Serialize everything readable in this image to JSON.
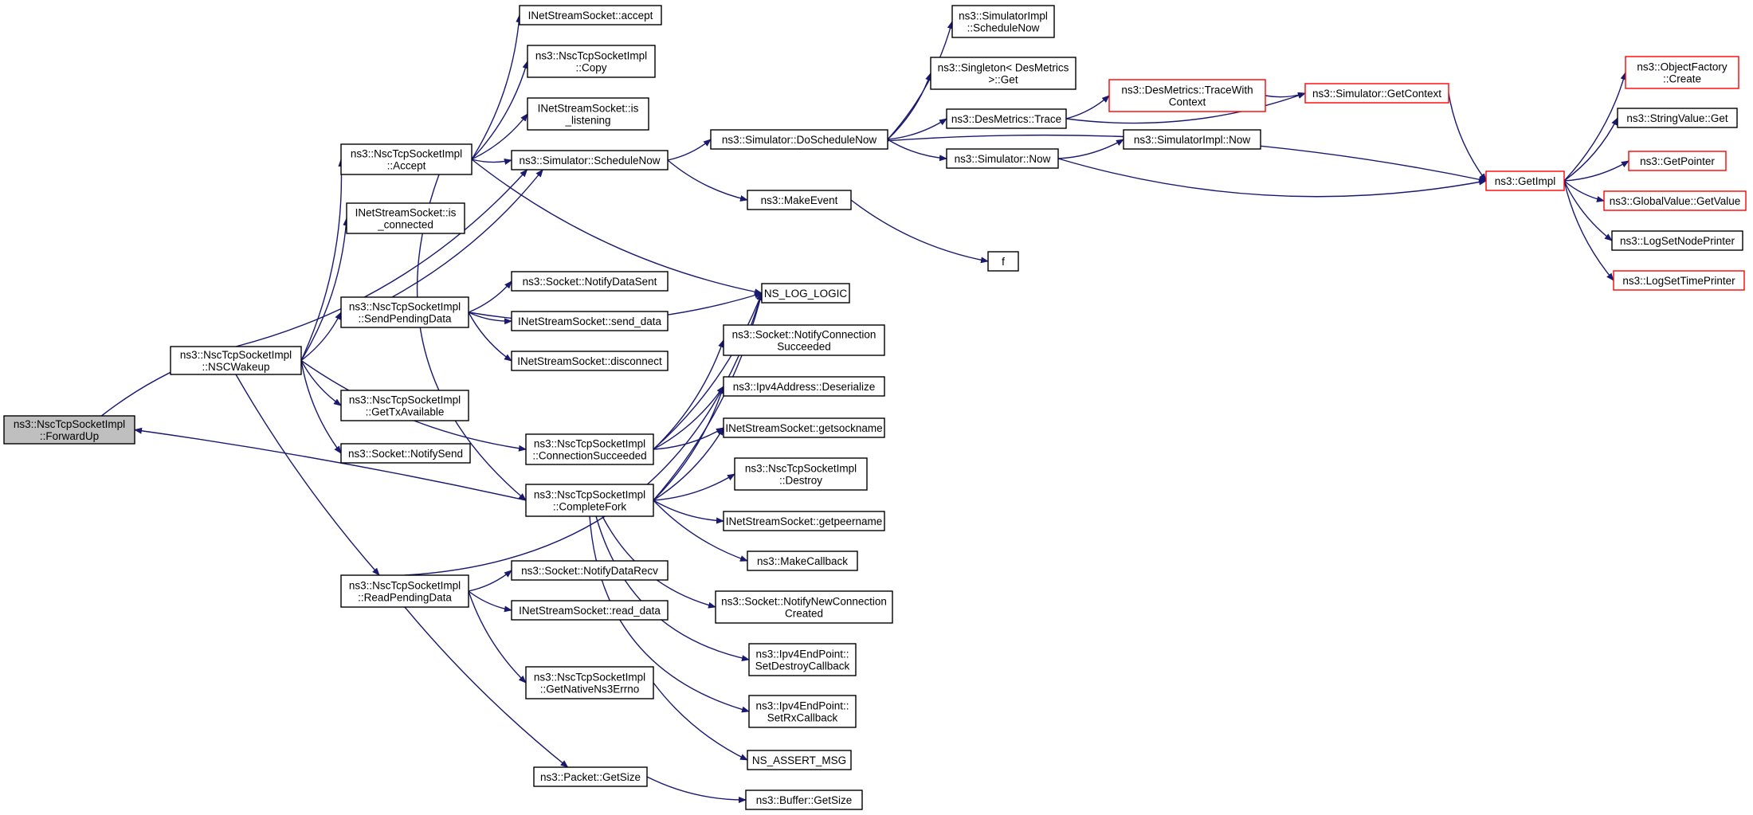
{
  "colors": {
    "edge": "#191970",
    "normal_border": "#000000",
    "truncated_border": "#ff0000",
    "root_fill": "#bfbfbf",
    "node_fill": "#ffffff"
  },
  "nodes": [
    {
      "id": "forwardup",
      "lines": [
        "ns3::NscTcpSocketImpl",
        "::ForwardUp"
      ],
      "style": "root"
    },
    {
      "id": "nscwakeup",
      "lines": [
        "ns3::NscTcpSocketImpl",
        "::NSCWakeup"
      ],
      "style": "normal"
    },
    {
      "id": "accept",
      "lines": [
        "ns3::NscTcpSocketImpl",
        "::Accept"
      ],
      "style": "normal"
    },
    {
      "id": "isconnected",
      "lines": [
        "INetStreamSocket::is",
        "_connected"
      ],
      "style": "normal"
    },
    {
      "id": "sendpending",
      "lines": [
        "ns3::NscTcpSocketImpl",
        "::SendPendingData"
      ],
      "style": "normal"
    },
    {
      "id": "gettx",
      "lines": [
        "ns3::NscTcpSocketImpl",
        "::GetTxAvailable"
      ],
      "style": "normal"
    },
    {
      "id": "notifysend",
      "lines": [
        "ns3::Socket::NotifySend"
      ],
      "style": "normal"
    },
    {
      "id": "readpending",
      "lines": [
        "ns3::NscTcpSocketImpl",
        "::ReadPendingData"
      ],
      "style": "normal"
    },
    {
      "id": "inetaccept",
      "lines": [
        "INetStreamSocket::accept"
      ],
      "style": "normal"
    },
    {
      "id": "copy",
      "lines": [
        "ns3::NscTcpSocketImpl",
        "::Copy"
      ],
      "style": "normal"
    },
    {
      "id": "islistening",
      "lines": [
        "INetStreamSocket::is",
        "_listening"
      ],
      "style": "normal"
    },
    {
      "id": "schedulenow",
      "lines": [
        "ns3::Simulator::ScheduleNow"
      ],
      "style": "normal"
    },
    {
      "id": "notifydatasent",
      "lines": [
        "ns3::Socket::NotifyDataSent"
      ],
      "style": "normal"
    },
    {
      "id": "senddata",
      "lines": [
        "INetStreamSocket::send_data"
      ],
      "style": "normal"
    },
    {
      "id": "disconnect",
      "lines": [
        "INetStreamSocket::disconnect"
      ],
      "style": "normal"
    },
    {
      "id": "connsucc",
      "lines": [
        "ns3::NscTcpSocketImpl",
        "::ConnectionSucceeded"
      ],
      "style": "normal"
    },
    {
      "id": "completefork",
      "lines": [
        "ns3::NscTcpSocketImpl",
        "::CompleteFork"
      ],
      "style": "normal"
    },
    {
      "id": "notifydatarecv",
      "lines": [
        "ns3::Socket::NotifyDataRecv"
      ],
      "style": "normal"
    },
    {
      "id": "readdata",
      "lines": [
        "INetStreamSocket::read_data"
      ],
      "style": "normal"
    },
    {
      "id": "getnativeerrno",
      "lines": [
        "ns3::NscTcpSocketImpl",
        "::GetNativeNs3Errno"
      ],
      "style": "normal"
    },
    {
      "id": "packetgetsize",
      "lines": [
        "ns3::Packet::GetSize"
      ],
      "style": "normal"
    },
    {
      "id": "doschedulenow",
      "lines": [
        "ns3::Simulator::DoScheduleNow"
      ],
      "style": "normal"
    },
    {
      "id": "makeevent",
      "lines": [
        "ns3::MakeEvent"
      ],
      "style": "normal"
    },
    {
      "id": "nsloglogic",
      "lines": [
        "NS_LOG_LOGIC"
      ],
      "style": "normal"
    },
    {
      "id": "notifyconnsucc",
      "lines": [
        "ns3::Socket::NotifyConnection",
        "Succeeded"
      ],
      "style": "normal"
    },
    {
      "id": "ipv4deser",
      "lines": [
        "ns3::Ipv4Address::Deserialize"
      ],
      "style": "normal"
    },
    {
      "id": "getsockname",
      "lines": [
        "INetStreamSocket::getsockname"
      ],
      "style": "normal"
    },
    {
      "id": "destroy",
      "lines": [
        "ns3::NscTcpSocketImpl",
        "::Destroy"
      ],
      "style": "normal"
    },
    {
      "id": "getpeername",
      "lines": [
        "INetStreamSocket::getpeername"
      ],
      "style": "normal"
    },
    {
      "id": "makecallback",
      "lines": [
        "ns3::MakeCallback"
      ],
      "style": "normal"
    },
    {
      "id": "notifynewconn",
      "lines": [
        "ns3::Socket::NotifyNewConnection",
        "Created"
      ],
      "style": "normal"
    },
    {
      "id": "setdestroycb",
      "lines": [
        "ns3::Ipv4EndPoint::",
        "SetDestroyCallback"
      ],
      "style": "normal"
    },
    {
      "id": "setrxcb",
      "lines": [
        "ns3::Ipv4EndPoint::",
        "SetRxCallback"
      ],
      "style": "normal"
    },
    {
      "id": "nsassertmsg",
      "lines": [
        "NS_ASSERT_MSG"
      ],
      "style": "normal"
    },
    {
      "id": "buffergetsize",
      "lines": [
        "ns3::Buffer::GetSize"
      ],
      "style": "normal"
    },
    {
      "id": "simimplschedulenow",
      "lines": [
        "ns3::SimulatorImpl",
        "::ScheduleNow"
      ],
      "style": "normal"
    },
    {
      "id": "singletonget",
      "lines": [
        "ns3::Singleton< DesMetrics",
        ">::Get"
      ],
      "style": "normal"
    },
    {
      "id": "desmetricstrace",
      "lines": [
        "ns3::DesMetrics::Trace"
      ],
      "style": "normal"
    },
    {
      "id": "simnow",
      "lines": [
        "ns3::Simulator::Now"
      ],
      "style": "normal"
    },
    {
      "id": "f",
      "lines": [
        "f"
      ],
      "style": "normal"
    },
    {
      "id": "tracewithcontext",
      "lines": [
        "ns3::DesMetrics::TraceWith",
        "Context"
      ],
      "style": "truncated"
    },
    {
      "id": "simimplnow",
      "lines": [
        "ns3::SimulatorImpl::Now"
      ],
      "style": "normal"
    },
    {
      "id": "getcontext",
      "lines": [
        "ns3::Simulator::GetContext"
      ],
      "style": "truncated"
    },
    {
      "id": "getimpl",
      "lines": [
        "ns3::GetImpl"
      ],
      "style": "truncated"
    },
    {
      "id": "objectfactorycreate",
      "lines": [
        "ns3::ObjectFactory",
        "::Create"
      ],
      "style": "truncated"
    },
    {
      "id": "stringvalueget",
      "lines": [
        "ns3::StringValue::Get"
      ],
      "style": "normal"
    },
    {
      "id": "getpointer",
      "lines": [
        "ns3::GetPointer"
      ],
      "style": "truncated"
    },
    {
      "id": "globalvalueget",
      "lines": [
        "ns3::GlobalValue::GetValue"
      ],
      "style": "truncated"
    },
    {
      "id": "logsetnodeprinter",
      "lines": [
        "ns3::LogSetNodePrinter"
      ],
      "style": "normal"
    },
    {
      "id": "logsettimeprinter",
      "lines": [
        "ns3::LogSetTimePrinter"
      ],
      "style": "truncated"
    }
  ],
  "edges": [
    [
      "nscwakeup",
      "forwardup"
    ],
    [
      "completefork",
      "forwardup"
    ],
    [
      "nscwakeup",
      "accept"
    ],
    [
      "nscwakeup",
      "isconnected"
    ],
    [
      "nscwakeup",
      "sendpending"
    ],
    [
      "nscwakeup",
      "gettx"
    ],
    [
      "nscwakeup",
      "notifysend"
    ],
    [
      "nscwakeup",
      "readpending"
    ],
    [
      "nscwakeup",
      "schedulenow"
    ],
    [
      "nscwakeup",
      "connsucc"
    ],
    [
      "accept",
      "inetaccept"
    ],
    [
      "accept",
      "copy"
    ],
    [
      "accept",
      "islistening"
    ],
    [
      "accept",
      "schedulenow"
    ],
    [
      "accept",
      "nsloglogic"
    ],
    [
      "accept",
      "completefork"
    ],
    [
      "sendpending",
      "schedulenow"
    ],
    [
      "sendpending",
      "notifydatasent"
    ],
    [
      "sendpending",
      "senddata"
    ],
    [
      "sendpending",
      "disconnect"
    ],
    [
      "sendpending",
      "nsloglogic"
    ],
    [
      "readpending",
      "nsloglogic"
    ],
    [
      "readpending",
      "notifydatarecv"
    ],
    [
      "readpending",
      "readdata"
    ],
    [
      "readpending",
      "getnativeerrno"
    ],
    [
      "readpending",
      "packetgetsize"
    ],
    [
      "connsucc",
      "nsloglogic"
    ],
    [
      "connsucc",
      "notifyconnsucc"
    ],
    [
      "connsucc",
      "ipv4deser"
    ],
    [
      "connsucc",
      "getsockname"
    ],
    [
      "completefork",
      "nsloglogic"
    ],
    [
      "completefork",
      "ipv4deser"
    ],
    [
      "completefork",
      "getsockname"
    ],
    [
      "completefork",
      "destroy"
    ],
    [
      "completefork",
      "getpeername"
    ],
    [
      "completefork",
      "makecallback"
    ],
    [
      "completefork",
      "notifynewconn"
    ],
    [
      "completefork",
      "setdestroycb"
    ],
    [
      "completefork",
      "setrxcb"
    ],
    [
      "getnativeerrno",
      "nsassertmsg"
    ],
    [
      "packetgetsize",
      "buffergetsize"
    ],
    [
      "schedulenow",
      "doschedulenow"
    ],
    [
      "schedulenow",
      "makeevent"
    ],
    [
      "makeevent",
      "f"
    ],
    [
      "doschedulenow",
      "simimplschedulenow"
    ],
    [
      "doschedulenow",
      "singletonget"
    ],
    [
      "doschedulenow",
      "desmetricstrace"
    ],
    [
      "doschedulenow",
      "simnow"
    ],
    [
      "doschedulenow",
      "getimpl"
    ],
    [
      "desmetricstrace",
      "tracewithcontext"
    ],
    [
      "desmetricstrace",
      "getcontext"
    ],
    [
      "tracewithcontext",
      "getcontext"
    ],
    [
      "simnow",
      "simimplnow"
    ],
    [
      "simnow",
      "getimpl"
    ],
    [
      "getcontext",
      "getimpl"
    ],
    [
      "getimpl",
      "objectfactorycreate"
    ],
    [
      "getimpl",
      "stringvalueget"
    ],
    [
      "getimpl",
      "getpointer"
    ],
    [
      "getimpl",
      "globalvalueget"
    ],
    [
      "getimpl",
      "logsetnodeprinter"
    ],
    [
      "getimpl",
      "logsettimeprinter"
    ]
  ]
}
